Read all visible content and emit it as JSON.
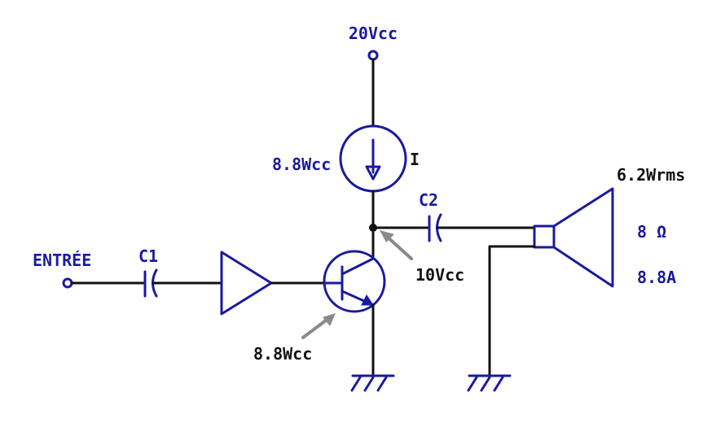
{
  "labels": {
    "supply": "20Vcc",
    "source_power": "8.8Wcc",
    "source_current": "I",
    "input": "ENTRÉE",
    "c1": "C1",
    "c2": "C2",
    "collector_voltage": "10Vcc",
    "transistor_power": "8.8Wcc",
    "output_power": "6.2Wrms",
    "speaker_impedance": "8 Ω",
    "speaker_current": "8.8A"
  },
  "colors": {
    "component": "#1a1a9e",
    "wire": "#111111",
    "pointer": "#8a8a8a"
  }
}
